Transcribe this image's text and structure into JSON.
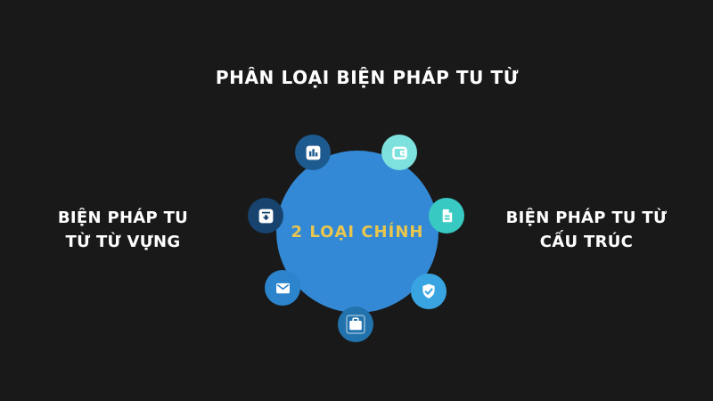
{
  "background": "#191919",
  "title": {
    "text": "PHÂN LOẠI BIỆN PHÁP TU TỪ",
    "color": "#ffffff"
  },
  "center": {
    "label": "2 LOẠI CHÍNH",
    "circle_color": "#3389d5",
    "label_color": "#e9c64d"
  },
  "left_label": {
    "line1": "BIỆN PHÁP TU",
    "line2": "TỪ TỪ VỰNG",
    "color": "#ffffff"
  },
  "right_label": {
    "line1": "BIỆN PHÁP TU TỪ",
    "line2": "CẤU TRÚC",
    "color": "#ffffff"
  },
  "icons": [
    {
      "name": "bar-chart-icon",
      "color": "#1d5a8f"
    },
    {
      "name": "wallet-icon",
      "color": "#7de1dd"
    },
    {
      "name": "file-lines-icon",
      "color": "#38c9c3"
    },
    {
      "name": "shield-check-icon",
      "color": "#38a5e2"
    },
    {
      "name": "briefcase-icon",
      "color": "#2273ad"
    },
    {
      "name": "envelope-icon",
      "color": "#2b84cc"
    },
    {
      "name": "download-icon",
      "color": "#17436e"
    }
  ]
}
